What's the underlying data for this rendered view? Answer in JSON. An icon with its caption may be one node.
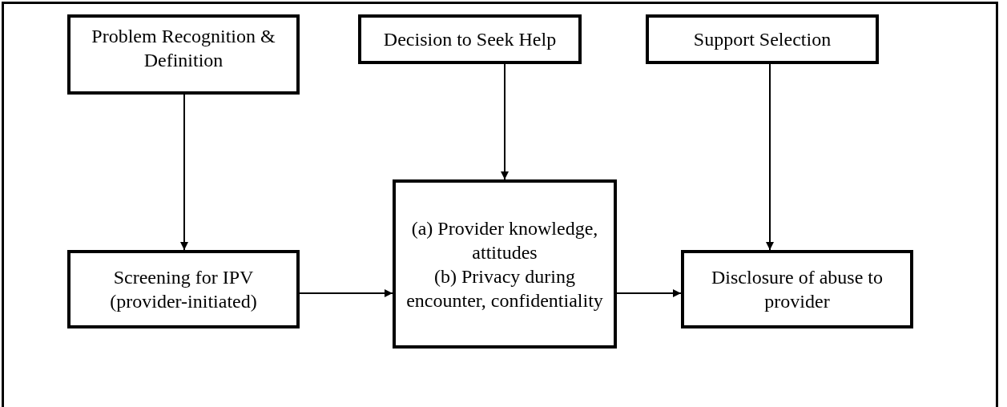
{
  "diagram": {
    "nodes": [
      {
        "text": [
          "Problem Recognition & Definition"
        ]
      },
      {
        "text": [
          "Decision to Seek Help"
        ]
      },
      {
        "text": [
          "Support Selection"
        ]
      },
      {
        "text": [
          "Screening for IPV (provider-initiated)"
        ]
      },
      {
        "text": [
          "(a) Provider knowledge, attitudes",
          "(b) Privacy during encounter, confidentiality"
        ]
      },
      {
        "text": [
          "Disclosure of abuse to provider"
        ]
      }
    ],
    "edges": [
      {
        "from": 0,
        "to": 3,
        "arrow": "to"
      },
      {
        "from": 1,
        "to": 4,
        "arrow": "to"
      },
      {
        "from": 2,
        "to": 5,
        "arrow": "to"
      },
      {
        "from": 3,
        "to": 4,
        "arrow": "to"
      },
      {
        "from": 4,
        "to": 5,
        "arrow": "to"
      }
    ]
  }
}
